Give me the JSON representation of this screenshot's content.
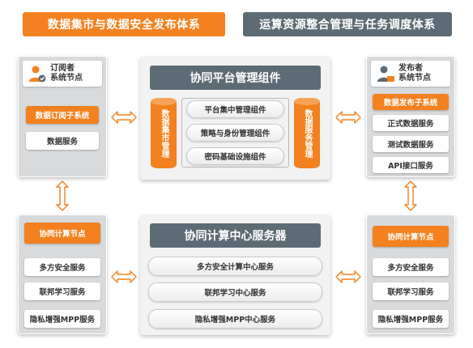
{
  "banners": {
    "left": "数据集市与数据安全发布体系",
    "right": "运算资源整合管理与任务调度体系"
  },
  "subscriber": {
    "header_line1": "订阅者",
    "header_line2": "系统节点",
    "items": [
      "数据订阅子系统",
      "数据服务"
    ]
  },
  "publisher": {
    "header_line1": "发布者",
    "header_line2": "系统节点",
    "items": [
      "数据发布子系统",
      "正式数据服务",
      "测试数据服务",
      "API接口服务"
    ]
  },
  "platform": {
    "title": "协同平台管理组件",
    "left_cylinder": "数据集市管理",
    "right_cylinder": "数据服务管理",
    "components": [
      "平台集中管理组件",
      "策略与身份管理组件",
      "密码基础设施组件"
    ]
  },
  "compute_left": {
    "title": "协同计算节点",
    "items": [
      "多方安全服务",
      "联邦学习服务",
      "隐私增强MPP服务"
    ]
  },
  "compute_right": {
    "title": "协同计算节点",
    "items": [
      "多方安全服务",
      "联邦学习服务",
      "隐私增强MPP服务"
    ]
  },
  "server": {
    "title": "协同计算中心服务器",
    "items": [
      "多方安全计算中心服务",
      "联邦学习中心服务",
      "隐私增强MPP中心服务"
    ]
  },
  "colors": {
    "orange": "#f3811f",
    "slate": "#5c6b74",
    "panel_gray": "#d9dadc",
    "arrow_fill": "#ffffff",
    "arrow_stroke": "#f3811f"
  },
  "icons": [
    "subscriber-person-icon",
    "publisher-person-icon",
    "double-arrow-icon"
  ]
}
